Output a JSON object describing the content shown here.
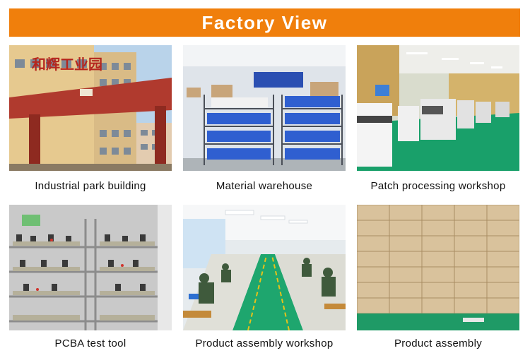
{
  "banner": {
    "title": "Factory View",
    "color": "#f07f0c"
  },
  "photos": [
    {
      "caption": "Industrial park building",
      "sign_text": "和辉工业园"
    },
    {
      "caption": "Material warehouse"
    },
    {
      "caption": "Patch processing workshop"
    },
    {
      "caption": "PCBA test tool"
    },
    {
      "caption": "Product assembly workshop"
    },
    {
      "caption": "Product assembly"
    }
  ]
}
